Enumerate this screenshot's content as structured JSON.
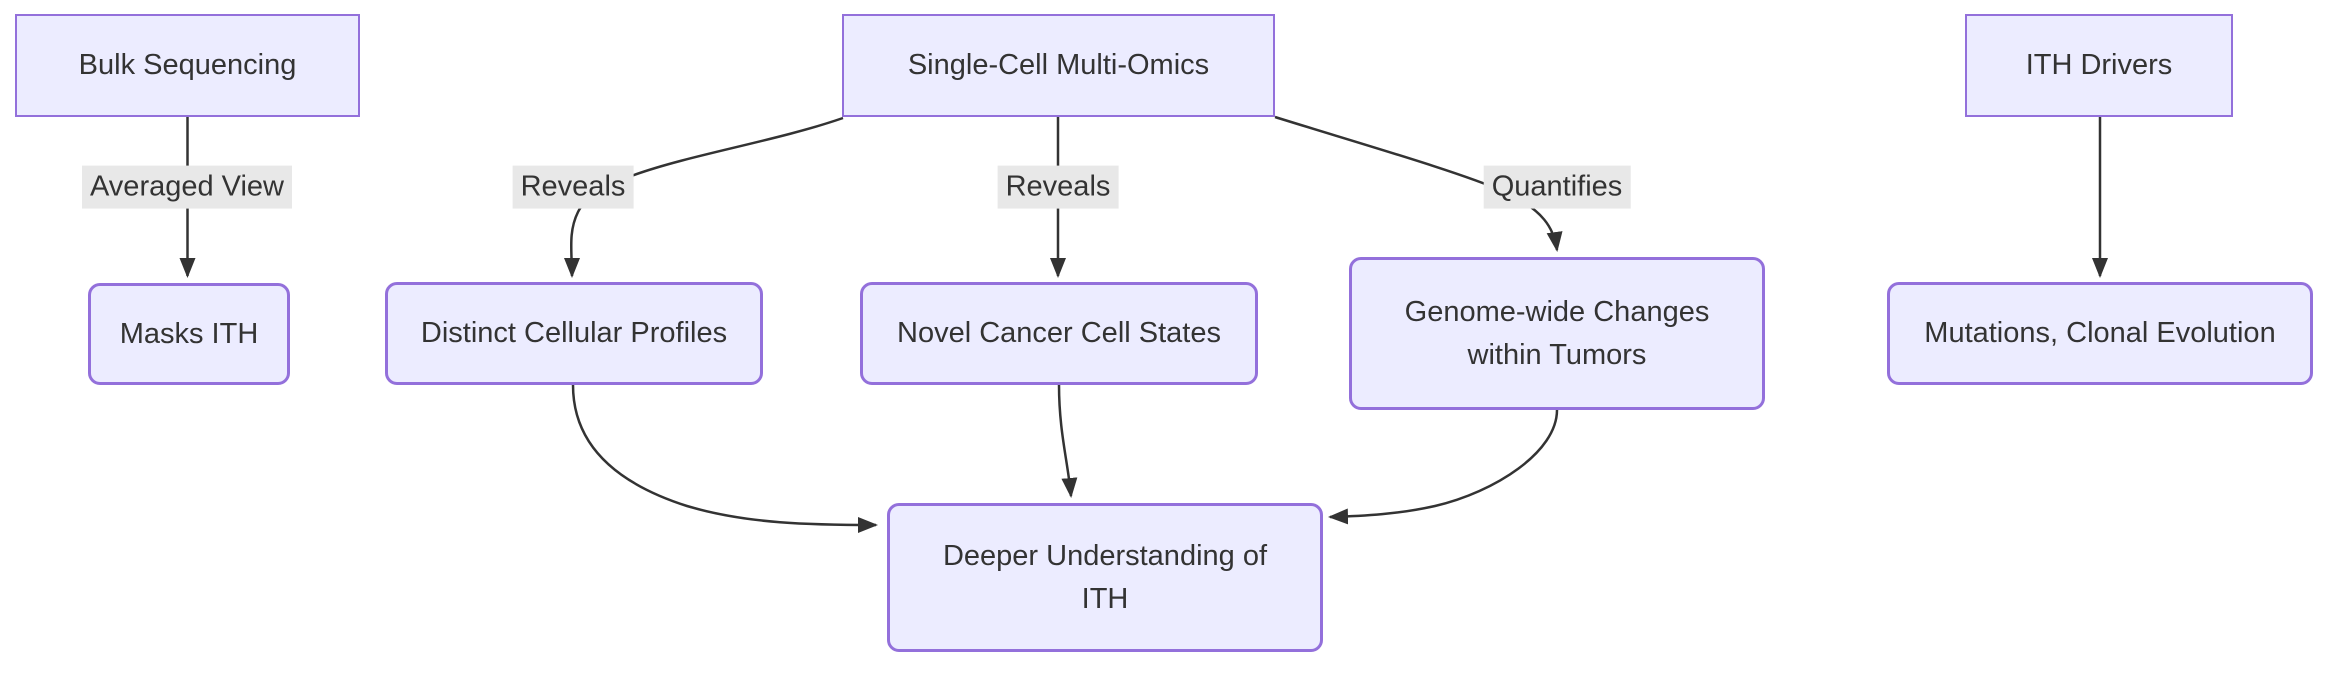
{
  "diagram": {
    "type": "flowchart",
    "background": "#ffffff",
    "colors": {
      "node_fill": "#ECECFF",
      "node_border": "#9370DB",
      "edge_line": "#333333",
      "text": "#333333",
      "edge_label_bg": "#e8e8e8"
    },
    "nodes": {
      "bulk_sequencing": {
        "label": "Bulk Sequencing"
      },
      "single_cell_multi_omics": {
        "label": "Single-Cell Multi-Omics"
      },
      "ith_drivers": {
        "label": "ITH Drivers"
      },
      "masks_ith": {
        "label": "Masks ITH"
      },
      "distinct_cellular_profiles": {
        "label": "Distinct Cellular Profiles"
      },
      "novel_cancer_cell_states": {
        "label": "Novel Cancer Cell States"
      },
      "genome_wide_changes": {
        "line1": "Genome-wide Changes",
        "line2": "within Tumors"
      },
      "mutations_clonal_evolution": {
        "label": "Mutations, Clonal Evolution"
      },
      "deeper_understanding": {
        "line1": "Deeper Understanding of",
        "line2": "ITH"
      }
    },
    "edge_labels": {
      "averaged_view": "Averaged View",
      "reveals_left": "Reveals",
      "reveals_center": "Reveals",
      "quantifies": "Quantifies"
    },
    "edges": [
      {
        "from": "Bulk Sequencing",
        "to": "Masks ITH",
        "label": "Averaged View"
      },
      {
        "from": "Single-Cell Multi-Omics",
        "to": "Distinct Cellular Profiles",
        "label": "Reveals"
      },
      {
        "from": "Single-Cell Multi-Omics",
        "to": "Novel Cancer Cell States",
        "label": "Reveals"
      },
      {
        "from": "Single-Cell Multi-Omics",
        "to": "Genome-wide Changes within Tumors",
        "label": "Quantifies"
      },
      {
        "from": "ITH Drivers",
        "to": "Mutations, Clonal Evolution",
        "label": ""
      },
      {
        "from": "Distinct Cellular Profiles",
        "to": "Deeper Understanding of ITH",
        "label": ""
      },
      {
        "from": "Novel Cancer Cell States",
        "to": "Deeper Understanding of ITH",
        "label": ""
      },
      {
        "from": "Genome-wide Changes within Tumors",
        "to": "Deeper Understanding of ITH",
        "label": ""
      }
    ]
  }
}
